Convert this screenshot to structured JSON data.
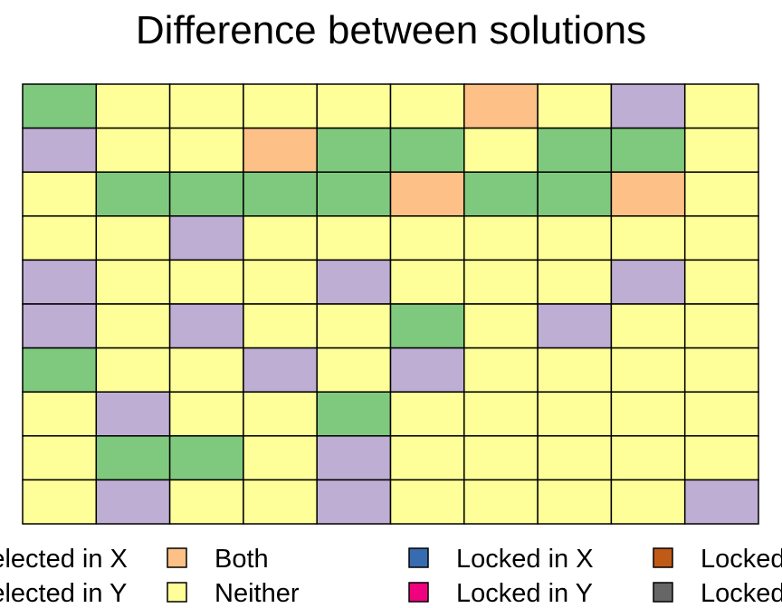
{
  "chart_data": {
    "type": "heatmap",
    "title": "Difference between solutions",
    "rows": 10,
    "cols": 10,
    "grid": [
      [
        "Selected in X",
        "Neither",
        "Neither",
        "Neither",
        "Neither",
        "Neither",
        "Both",
        "Neither",
        "Selected in Y",
        "Neither"
      ],
      [
        "Selected in Y",
        "Neither",
        "Neither",
        "Both",
        "Selected in X",
        "Selected in X",
        "Neither",
        "Selected in X",
        "Selected in X",
        "Neither"
      ],
      [
        "Neither",
        "Selected in X",
        "Selected in X",
        "Selected in X",
        "Selected in X",
        "Both",
        "Selected in X",
        "Selected in X",
        "Both",
        "Neither"
      ],
      [
        "Neither",
        "Neither",
        "Selected in Y",
        "Neither",
        "Neither",
        "Neither",
        "Neither",
        "Neither",
        "Neither",
        "Neither"
      ],
      [
        "Selected in Y",
        "Neither",
        "Neither",
        "Neither",
        "Selected in Y",
        "Neither",
        "Neither",
        "Neither",
        "Selected in Y",
        "Neither"
      ],
      [
        "Selected in Y",
        "Neither",
        "Selected in Y",
        "Neither",
        "Neither",
        "Selected in X",
        "Neither",
        "Selected in Y",
        "Neither",
        "Neither"
      ],
      [
        "Selected in X",
        "Neither",
        "Neither",
        "Selected in Y",
        "Neither",
        "Selected in Y",
        "Neither",
        "Neither",
        "Neither",
        "Neither"
      ],
      [
        "Neither",
        "Selected in Y",
        "Neither",
        "Neither",
        "Selected in X",
        "Neither",
        "Neither",
        "Neither",
        "Neither",
        "Neither"
      ],
      [
        "Neither",
        "Selected in X",
        "Selected in X",
        "Neither",
        "Selected in Y",
        "Neither",
        "Neither",
        "Neither",
        "Neither",
        "Neither"
      ],
      [
        "Neither",
        "Selected in Y",
        "Neither",
        "Neither",
        "Selected in Y",
        "Neither",
        "Neither",
        "Neither",
        "Neither",
        "Selected in Y"
      ]
    ],
    "legend": [
      {
        "label": "Selected in X",
        "color": "#7fc97f"
      },
      {
        "label": "Selected in Y",
        "color": "#beaed4"
      },
      {
        "label": "Both",
        "color": "#fdc086"
      },
      {
        "label": "Neither",
        "color": "#ffff99"
      },
      {
        "label": "Locked in X",
        "color": "#386cb0"
      },
      {
        "label": "Locked in Y",
        "color": "#f0027f"
      },
      {
        "label": "Locked in both",
        "color": "#bf5b17"
      },
      {
        "label": "Locked in neither",
        "color": "#666666"
      }
    ],
    "legend_placement": "bottom",
    "grid_lines": true
  }
}
